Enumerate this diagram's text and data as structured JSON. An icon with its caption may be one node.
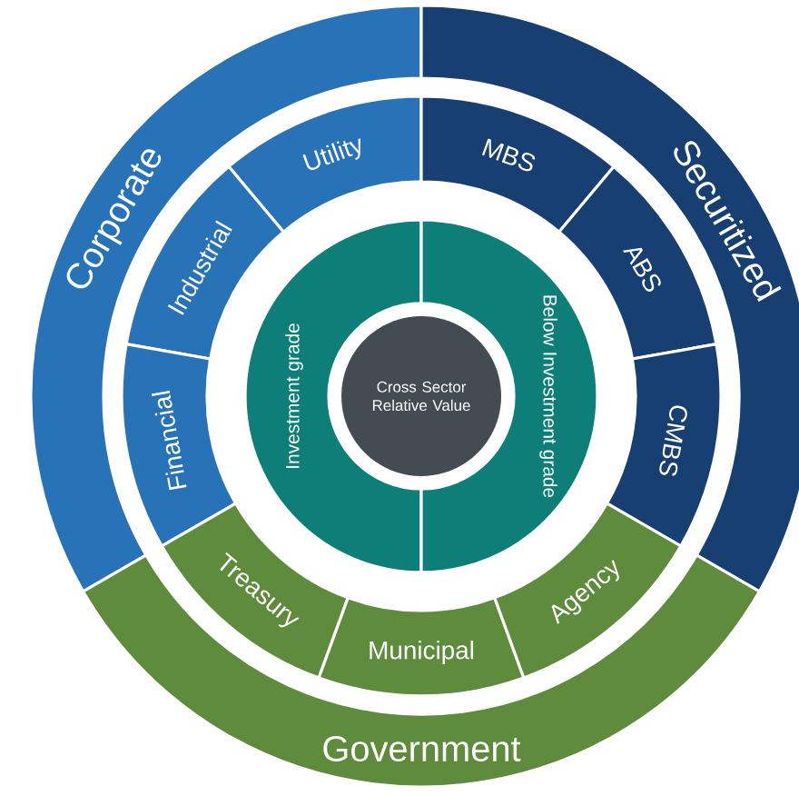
{
  "diagram": {
    "nodes": [
      {
        "text": [
          "Corporate"
        ]
      },
      {
        "text": [
          "Securitized"
        ]
      },
      {
        "text": [
          "Government"
        ]
      },
      {
        "text": [
          "Utility"
        ]
      },
      {
        "text": [
          "Industrial"
        ]
      },
      {
        "text": [
          "Financial"
        ]
      },
      {
        "text": [
          "MBS"
        ]
      },
      {
        "text": [
          "ABS"
        ]
      },
      {
        "text": [
          "CMBS"
        ]
      },
      {
        "text": [
          "Treasury"
        ]
      },
      {
        "text": [
          "Municipal"
        ]
      },
      {
        "text": [
          "Agency"
        ]
      },
      {
        "text": [
          "Investment grade"
        ]
      },
      {
        "text": [
          "Below Investment grade"
        ]
      },
      {
        "text": [
          "Cross Sector Relative Value"
        ]
      }
    ]
  }
}
